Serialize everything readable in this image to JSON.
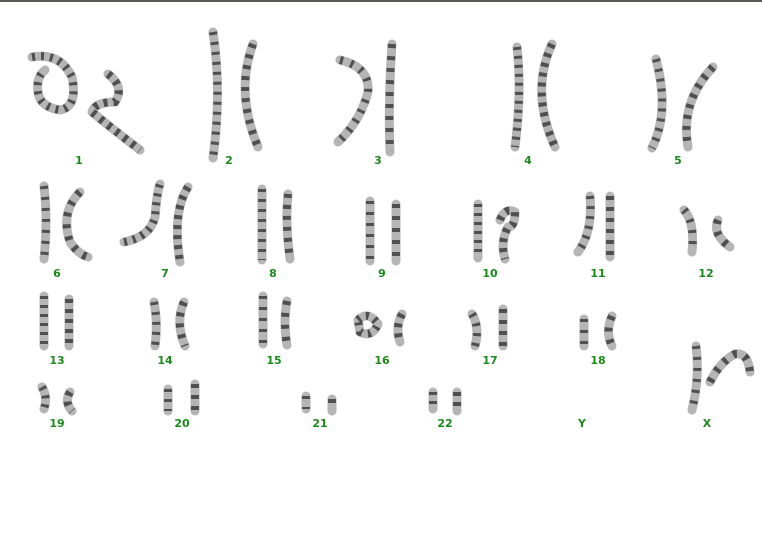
{
  "karyotype": {
    "labels": [
      "1",
      "2",
      "3",
      "4",
      "5",
      "6",
      "7",
      "8",
      "9",
      "10",
      "11",
      "12",
      "13",
      "14",
      "15",
      "16",
      "17",
      "18",
      "19",
      "20",
      "21",
      "22",
      "Y",
      "X"
    ],
    "colors": {
      "label": "#1a8a1a",
      "chromatin_light": "#b5b5b5",
      "band_dark": "#2e2e2e"
    }
  }
}
